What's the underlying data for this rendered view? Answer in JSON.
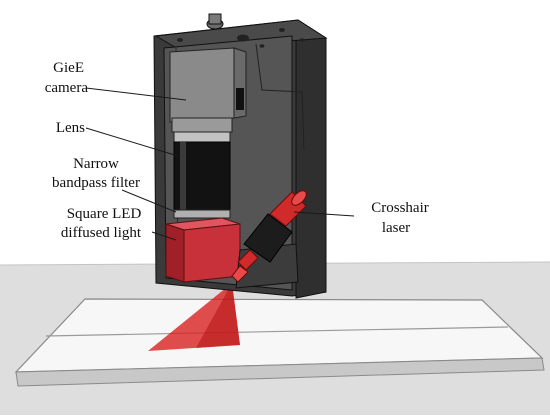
{
  "labels": {
    "camera_line1": "GieE",
    "camera_line2": "camera",
    "lens": "Lens",
    "filter_line1": "Narrow",
    "filter_line2": "bandpass filter",
    "led_line1": "Square LED",
    "led_line2": "diffused light",
    "laser_line1": "Crosshair",
    "laser_line2": "laser"
  },
  "colors": {
    "housing": "#3a3a3a",
    "led": "#c8303a",
    "laser_body": "#d02a2a",
    "laser_beam": "#d81c1c",
    "plate": "#f4f4f4",
    "floor": "#dcdcdc"
  }
}
